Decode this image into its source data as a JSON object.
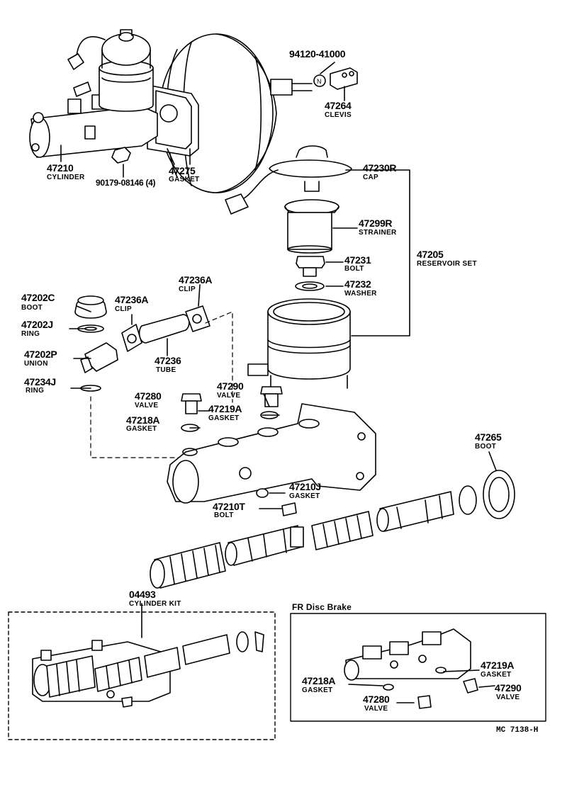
{
  "parts": {
    "p94120": {
      "number": "94120-41000"
    },
    "p47264": {
      "number": "47264",
      "name": "CLEVIS"
    },
    "p47210": {
      "number": "47210",
      "name": "CYLINDER"
    },
    "p90179": {
      "number": "90179-08146 (4)"
    },
    "p47275": {
      "number": "47275",
      "name": "GASKET"
    },
    "p47230R": {
      "number": "47230R",
      "name": "CAP"
    },
    "p47299R": {
      "number": "47299R",
      "name": "STRAINER"
    },
    "p47231": {
      "number": "47231",
      "name": "BOLT"
    },
    "p47205": {
      "number": "47205",
      "name": "RESERVOIR SET"
    },
    "p47232": {
      "number": "47232",
      "name": "WASHER"
    },
    "p47236A_a": {
      "number": "47236A",
      "name": "CLIP"
    },
    "p47236A_b": {
      "number": "47236A",
      "name": "CLIP"
    },
    "p47202C": {
      "number": "47202C",
      "name": "BOOT"
    },
    "p47202J": {
      "number": "47202J",
      "name": "RING"
    },
    "p47202P": {
      "number": "47202P",
      "name": "UNION"
    },
    "p47236": {
      "number": "47236",
      "name": "TUBE"
    },
    "p47234J": {
      "number": "47234J",
      "name": "RING"
    },
    "p47290": {
      "number": "47290",
      "name": "VALVE"
    },
    "p47280": {
      "number": "47280",
      "name": "VALVE"
    },
    "p47219A": {
      "number": "47219A",
      "name": "GASKET"
    },
    "p47218A": {
      "number": "47218A",
      "name": "GASKET"
    },
    "p47265": {
      "number": "47265",
      "name": "BOOT"
    },
    "p47210J": {
      "number": "47210J",
      "name": "GASKET"
    },
    "p47210T": {
      "number": "47210T",
      "name": "BOLT"
    }
  },
  "kit": {
    "number": "04493",
    "name": "CYLINDER KIT"
  },
  "inset": {
    "title": "FR  Disc  Brake",
    "p47219A": {
      "number": "47219A",
      "name": "GASKET"
    },
    "p47218A": {
      "number": "47218A",
      "name": "GASKET"
    },
    "p47290": {
      "number": "47290",
      "name": "VALVE"
    },
    "p47280": {
      "number": "47280",
      "name": "VALVE"
    }
  },
  "ref_code": "MC  7138-H"
}
